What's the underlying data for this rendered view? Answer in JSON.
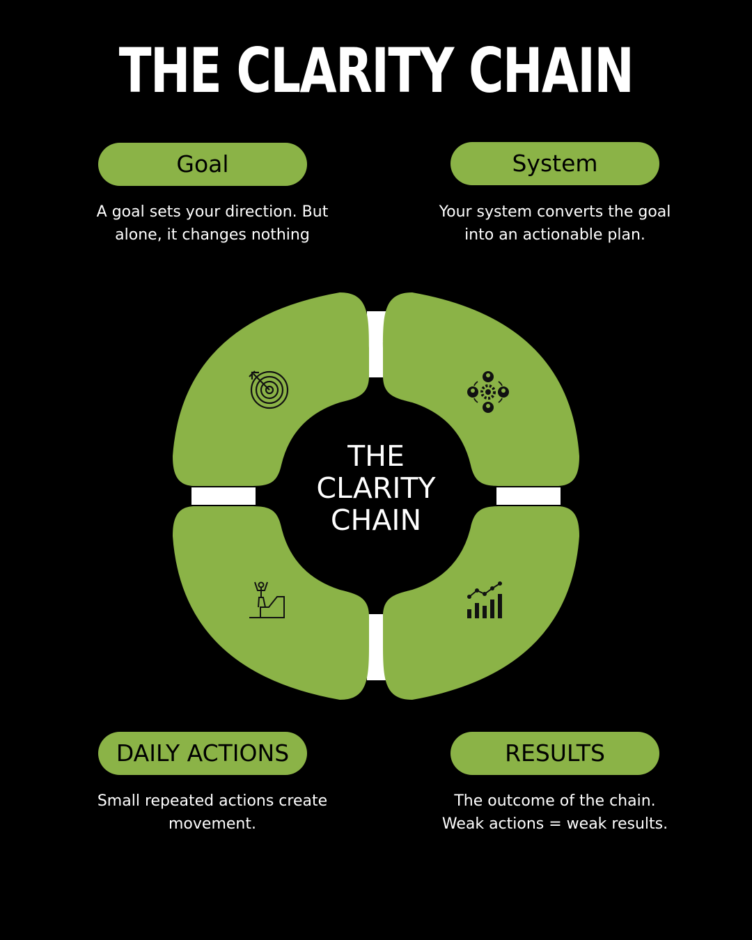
{
  "title": "THE CLARITY CHAIN",
  "center_label": [
    "THE",
    "CLARITY",
    "CHAIN"
  ],
  "colors": {
    "background": "#000000",
    "accent": "#8bb347",
    "connector": "#ffffff"
  },
  "stages": [
    {
      "id": "goal",
      "label": "Goal",
      "description": "A goal sets your direction. But alone, it changes nothing",
      "icon": "target-icon"
    },
    {
      "id": "system",
      "label": "System",
      "description": "Your system converts the goal into an actionable plan.",
      "icon": "team-gear-icon"
    },
    {
      "id": "daily-actions",
      "label": "DAILY ACTIONS",
      "description": "Small repeated actions create movement.",
      "icon": "person-climbing-icon"
    },
    {
      "id": "results",
      "label": "RESULTS",
      "description": "The outcome of the chain. Weak actions = weak results.",
      "icon": "growth-chart-icon"
    }
  ]
}
